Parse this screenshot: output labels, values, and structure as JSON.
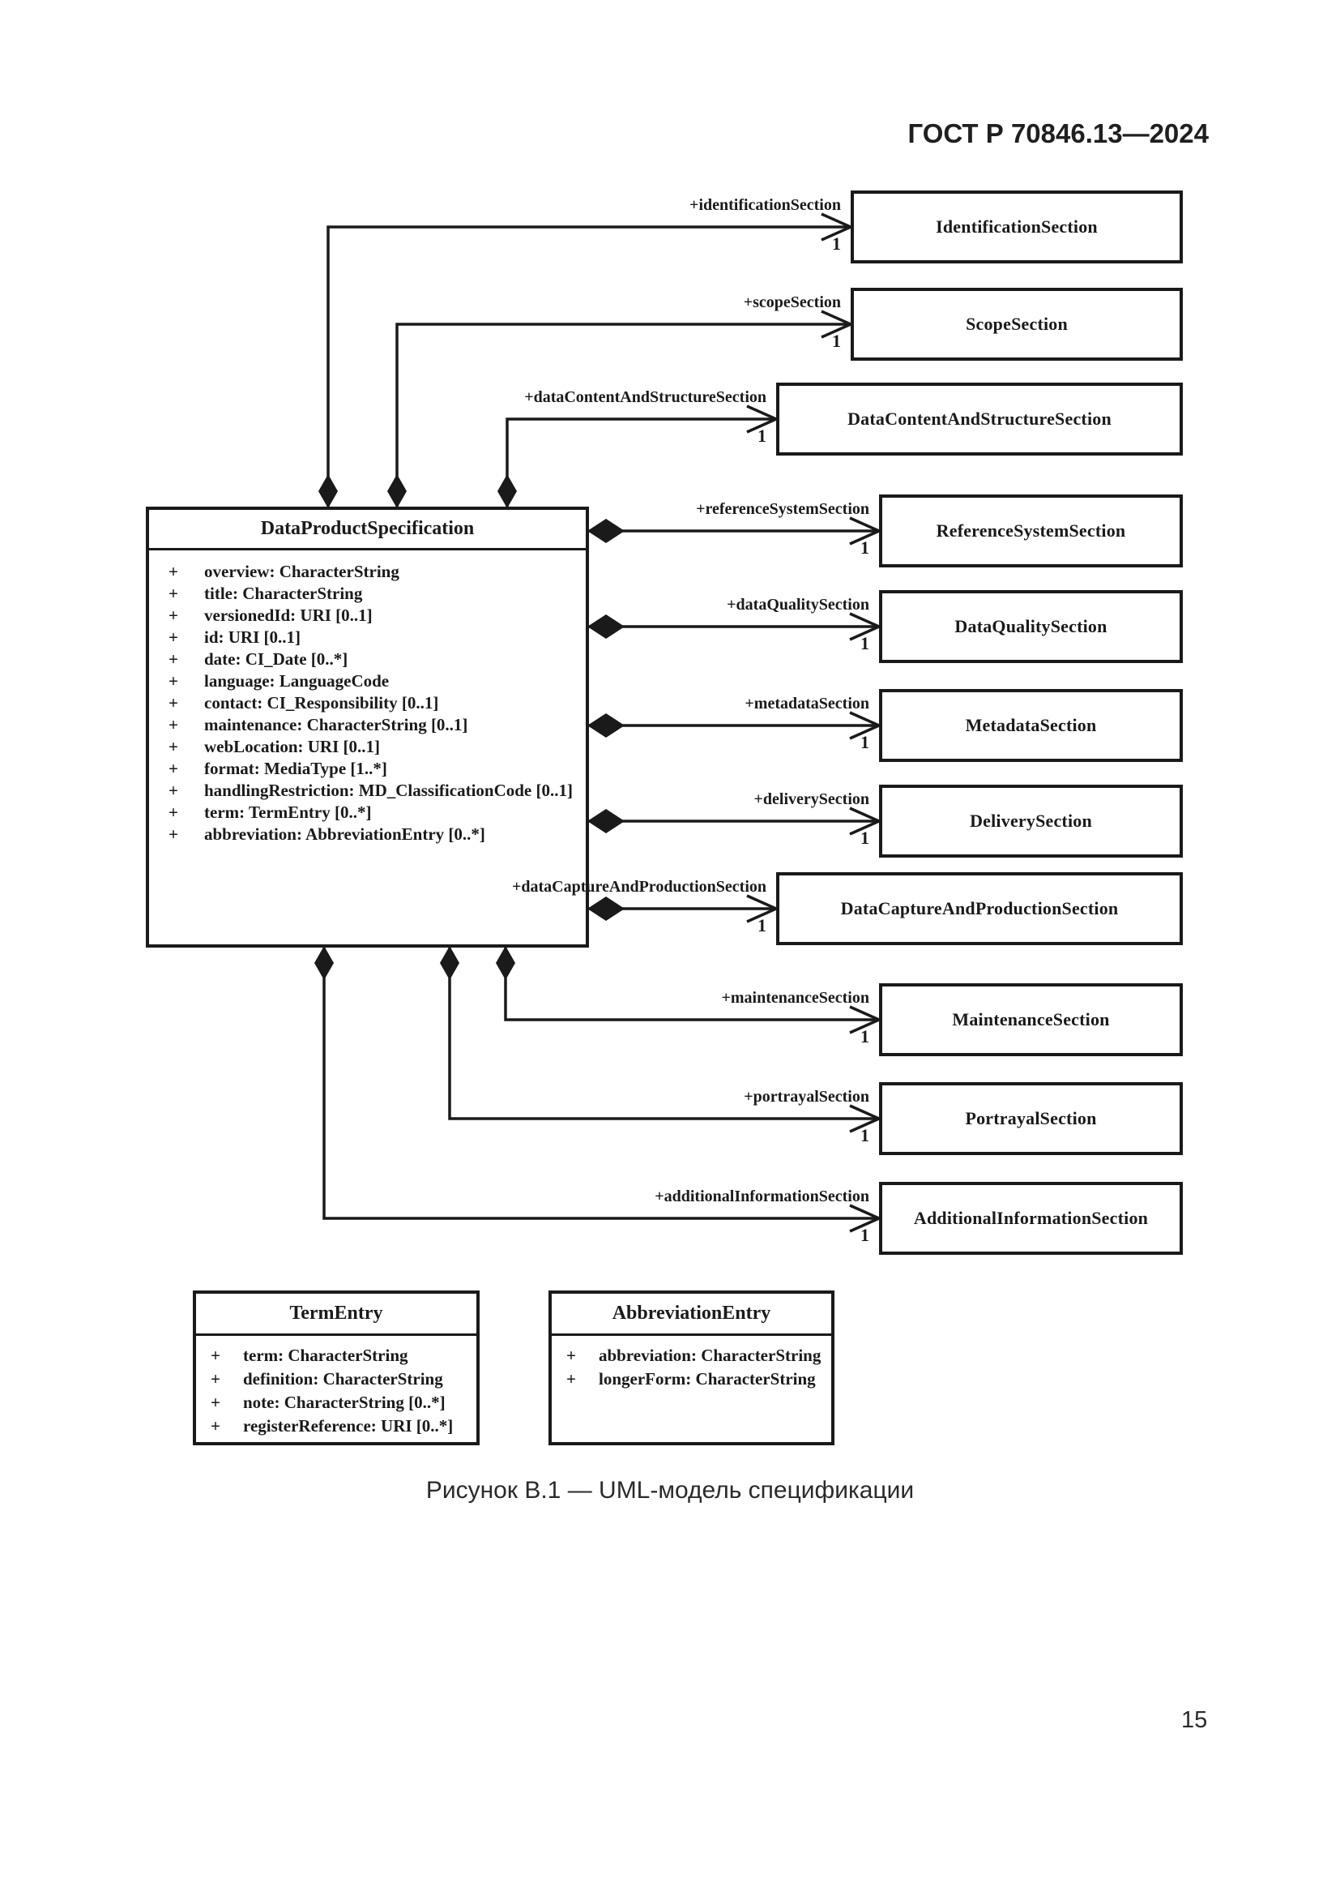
{
  "page": {
    "header_code": "ГОСТ Р 70846.13—2024",
    "caption": "Рисунок В.1 — UML-модель спецификации",
    "page_number": "15"
  },
  "main_class": {
    "title": "DataProductSpecification",
    "attributes": [
      {
        "v": "+",
        "t": "overview: CharacterString"
      },
      {
        "v": "+",
        "t": "title: CharacterString"
      },
      {
        "v": "+",
        "t": "versionedId: URI [0..1]"
      },
      {
        "v": "+",
        "t": "id: URI [0..1]"
      },
      {
        "v": "+",
        "t": "date: CI_Date [0..*]"
      },
      {
        "v": "+",
        "t": "language: LanguageCode"
      },
      {
        "v": "+",
        "t": "contact: CI_Responsibility [0..1]"
      },
      {
        "v": "+",
        "t": "maintenance: CharacterString [0..1]"
      },
      {
        "v": "+",
        "t": "webLocation: URI [0..1]"
      },
      {
        "v": "+",
        "t": "format: MediaType [1..*]"
      },
      {
        "v": "+",
        "t": "handlingRestriction: MD_ClassificationCode [0..1]"
      },
      {
        "v": "+",
        "t": "term: TermEntry [0..*]"
      },
      {
        "v": "+",
        "t": "abbreviation: AbbreviationEntry [0..*]"
      }
    ]
  },
  "sections": [
    {
      "label": "+identificationSection",
      "multiplicity": "1",
      "title": "IdentificationSection"
    },
    {
      "label": "+scopeSection",
      "multiplicity": "1",
      "title": "ScopeSection"
    },
    {
      "label": "+dataContentAndStructureSection",
      "multiplicity": "1",
      "title": "DataContentAndStructureSection"
    },
    {
      "label": "+referenceSystemSection",
      "multiplicity": "1",
      "title": "ReferenceSystemSection"
    },
    {
      "label": "+dataQualitySection",
      "multiplicity": "1",
      "title": "DataQualitySection"
    },
    {
      "label": "+metadataSection",
      "multiplicity": "1",
      "title": "MetadataSection"
    },
    {
      "label": "+deliverySection",
      "multiplicity": "1",
      "title": "DeliverySection"
    },
    {
      "label": "+dataCaptureAndProductionSection",
      "multiplicity": "1",
      "title": "DataCaptureAndProductionSection"
    },
    {
      "label": "+maintenanceSection",
      "multiplicity": "1",
      "title": "MaintenanceSection"
    },
    {
      "label": "+portrayalSection",
      "multiplicity": "1",
      "title": "PortrayalSection"
    },
    {
      "label": "+additionalInformationSection",
      "multiplicity": "1",
      "title": "AdditionalInformationSection"
    }
  ],
  "aux_classes": [
    {
      "title": "TermEntry",
      "attributes": [
        {
          "v": "+",
          "t": "term: CharacterString"
        },
        {
          "v": "+",
          "t": "definition: CharacterString"
        },
        {
          "v": "+",
          "t": "note: CharacterString [0..*]"
        },
        {
          "v": "+",
          "t": "registerReference: URI [0..*]"
        }
      ]
    },
    {
      "title": "AbbreviationEntry",
      "attributes": [
        {
          "v": "+",
          "t": "abbreviation: CharacterString"
        },
        {
          "v": "+",
          "t": "longerForm: CharacterString"
        }
      ]
    }
  ]
}
